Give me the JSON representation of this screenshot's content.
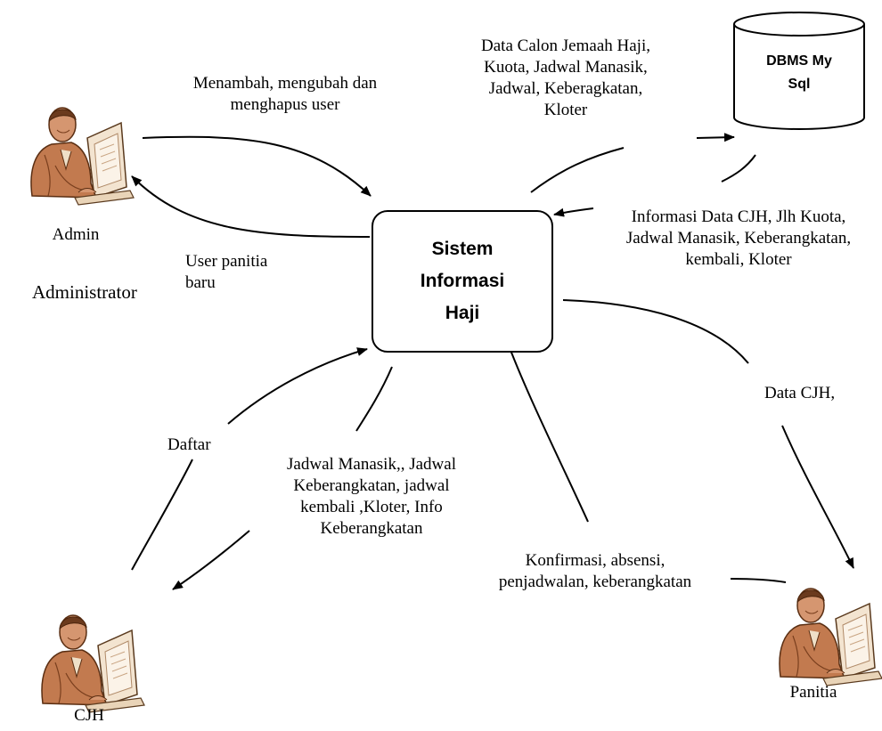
{
  "process": {
    "title": "Sistem\nInformasi\nHaji"
  },
  "database": {
    "title": "DBMS My\nSql"
  },
  "entities": {
    "admin": {
      "label": "Admin",
      "caption": "Administrator",
      "icon": "person-at-computer-icon"
    },
    "cjh": {
      "label": "CJH",
      "icon": "person-at-computer-icon"
    },
    "panitia": {
      "label": "Panitia",
      "icon": "person-at-computer-icon"
    }
  },
  "flows": {
    "admin_in": "Menambah, mengubah dan\nmenghapus user",
    "admin_out": "User panitia\nbaru",
    "db_in": "Data Calon Jemaah Haji,\nKuota, Jadwal Manasik,\nJadwal, Keberagkatan,\nKloter",
    "db_out": "Informasi Data CJH, Jlh Kuota,\nJadwal Manasik, Keberangkatan,\nkembali, Kloter",
    "panitia_out": "Data CJH,",
    "panitia_in": "Konfirmasi, absensi,\npenjadwalan, keberangkatan",
    "cjh_in": "Daftar",
    "cjh_out": "Jadwal Manasik,, Jadwal\nKeberangkatan, jadwal\nkembali ,Kloter, Info\nKeberangkatan"
  },
  "colors": {
    "stroke": "#000000",
    "skin": "#c8825a",
    "skin_dark": "#7a3f1e",
    "monitor": "#f1e2cf"
  }
}
